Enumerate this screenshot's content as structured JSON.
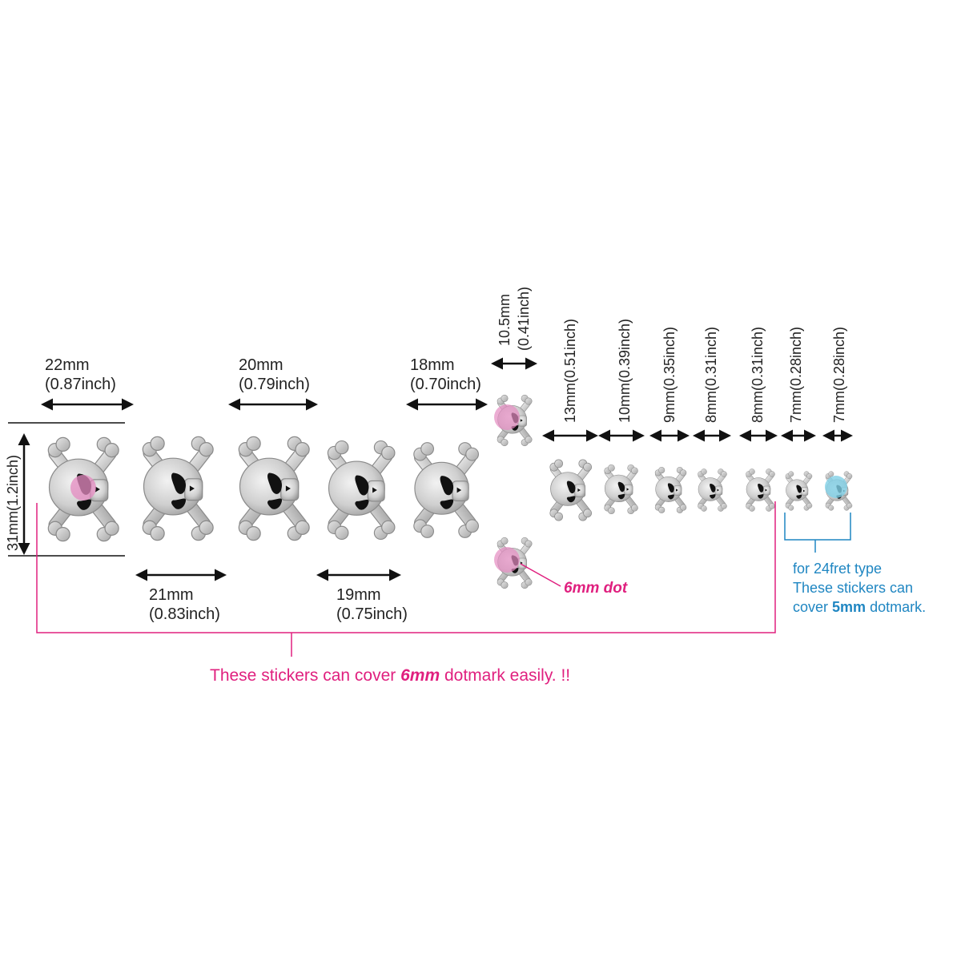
{
  "labels": {
    "s22_mm": "22mm",
    "s22_in": "(0.87inch)",
    "s21_mm": "21mm",
    "s21_in": "(0.83inch)",
    "s20_mm": "20mm",
    "s20_in": "(0.79inch)",
    "s19_mm": "19mm",
    "s19_in": "(0.75inch)",
    "s18_mm": "18mm",
    "s18_in": "(0.70inch)",
    "s31_h": "31mm(1.2inch)",
    "s10_5_mm": "10.5mm",
    "s10_5_in": "(0.41inch)",
    "s13": "13mm(0.51inch)",
    "s10": "10mm(0.39inch)",
    "s9": "9mm(0.35inch)",
    "s8a": "8mm(0.31inch)",
    "s8b": "8mm(0.31inch)",
    "s7a": "7mm(0.28inch)",
    "s7b": "7mm(0.28inch)"
  },
  "dot_label": "6mm dot",
  "note_pink": {
    "before": "These stickers can cover ",
    "bold": "6mm",
    "after": " dotmark easily. !!"
  },
  "note_blue": {
    "line1": "for 24fret type",
    "line2": "These stickers can",
    "line3_before": "cover ",
    "line3_bold": "5mm",
    "line3_after": " dotmark."
  },
  "colors": {
    "pink": "#e0207f",
    "blue": "#1f86c2",
    "pink_dot": "#e48ac0",
    "blue_dot": "#7fd0e6",
    "bone": "#c9c9c9",
    "eye": "#111111"
  }
}
